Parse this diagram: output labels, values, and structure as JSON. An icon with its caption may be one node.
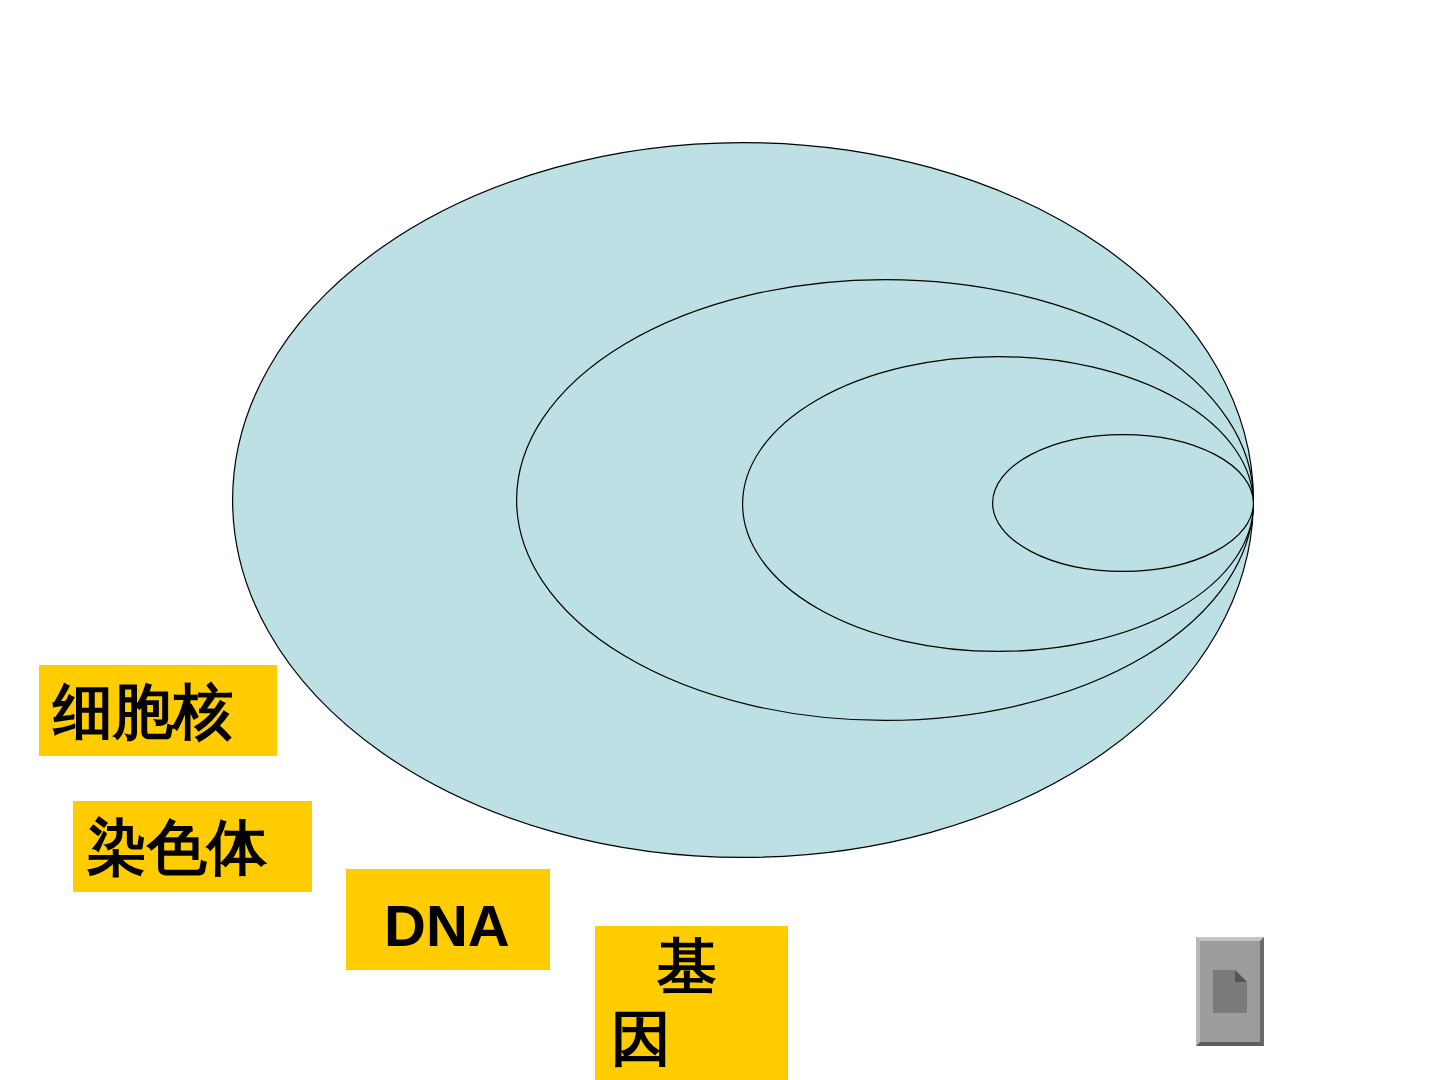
{
  "diagram": {
    "nodes": [
      {
        "text": [],
        "shape": "ellipse"
      },
      {
        "text": [],
        "shape": "ellipse",
        "in": 0
      },
      {
        "text": [],
        "shape": "ellipse",
        "in": 1
      },
      {
        "text": [],
        "shape": "ellipse",
        "in": 2
      },
      {
        "text": [
          "细胞核"
        ]
      },
      {
        "text": [
          "染色体"
        ]
      },
      {
        "text": [
          "DNA"
        ]
      },
      {
        "text": [
          "基因"
        ]
      }
    ]
  }
}
